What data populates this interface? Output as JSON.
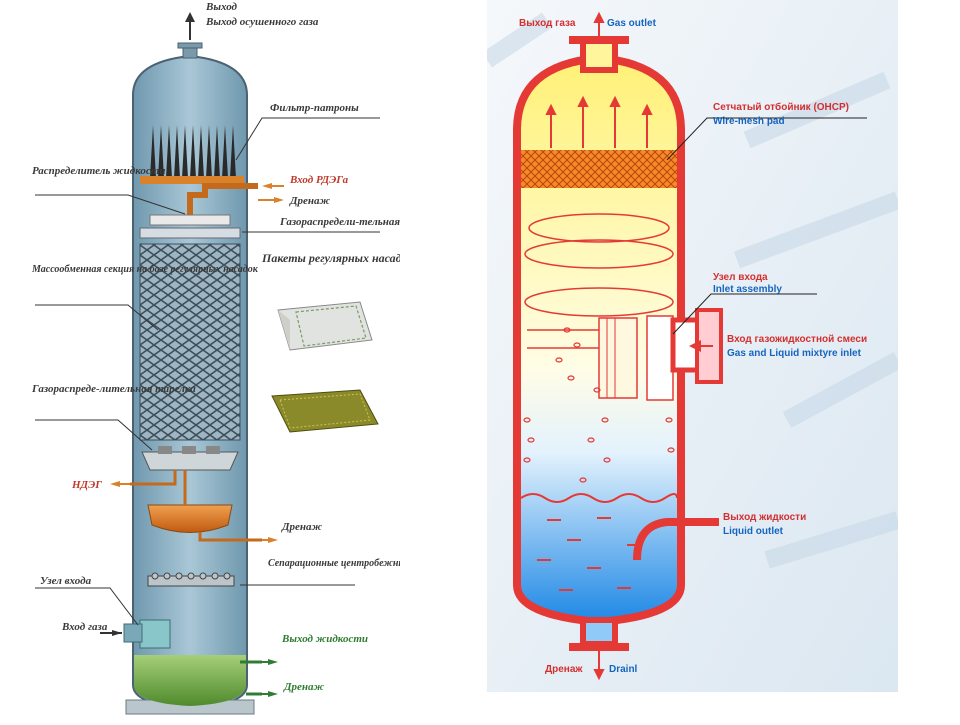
{
  "left": {
    "top_outlet": "Выход осушенного газа",
    "filter": "Фильтр-патроны",
    "distributor": "Распределитель жидкости",
    "inlet_rdeg": "Вход РДЭГа",
    "drain1": "Дренаж",
    "gas_section": "Газораспредели-тельная секция",
    "packs": "Пакеты регулярных насадок",
    "mass_exchange": "Массообменная секция на базе регулярных насадок",
    "gas_tray": "Газораспреде-лительная тарелка",
    "ndeg": "НДЭГ",
    "drain2": "Дренаж",
    "centrifugal": "Сепарационные центробежные элементы",
    "inlet_unit": "Узел входа",
    "gas_inlet": "Вход газа",
    "liquid_outlet": "Выход жидкости",
    "drain3": "Дренаж"
  },
  "right": {
    "gas_outlet_ru": "Выход газа",
    "gas_outlet_en": "Gas outlet",
    "wire_mesh_ru": "Сетчатый отбойник (ОНСР)",
    "wire_mesh_en": "Wire-mesh pad",
    "inlet_assembly_ru": "Узел входа",
    "inlet_assembly_en": "Inlet assembly",
    "mixture_inlet_ru": "Вход газожидкостной смеси",
    "mixture_inlet_en": "Gas and Liquid mixtyre inlet",
    "liquid_outlet_ru": "Выход жидкости",
    "liquid_outlet_en": "Liquid outlet",
    "drain_ru": "Дренаж",
    "drain_en": "Drainl"
  },
  "colors": {
    "vessel_blue": "#8fb3c7",
    "vessel_red": "#e53935",
    "liquid_orange": "#e07a1f",
    "liquid_green": "#6aa84f",
    "arrow_orange": "#d9822b"
  }
}
